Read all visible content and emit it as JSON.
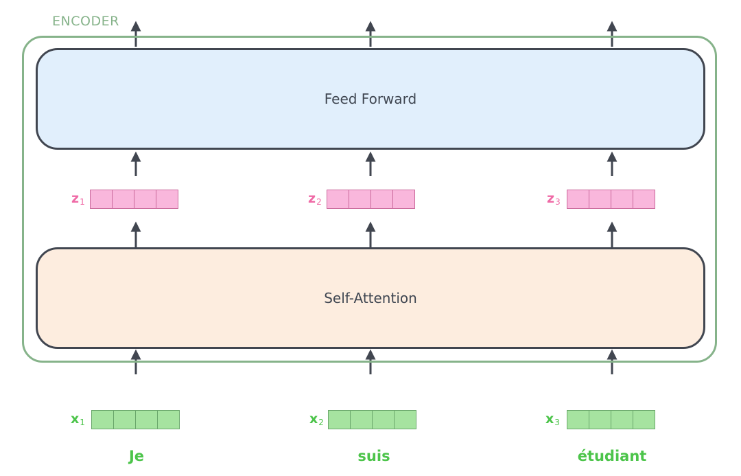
{
  "encoder": {
    "label": "ENCODER",
    "feed_forward_label": "Feed Forward",
    "self_attention_label": "Self-Attention"
  },
  "z_vectors": [
    {
      "symbol": "z",
      "subscript": "1"
    },
    {
      "symbol": "z",
      "subscript": "2"
    },
    {
      "symbol": "z",
      "subscript": "3"
    }
  ],
  "x_vectors": [
    {
      "symbol": "x",
      "subscript": "1"
    },
    {
      "symbol": "x",
      "subscript": "2"
    },
    {
      "symbol": "x",
      "subscript": "3"
    }
  ],
  "words": [
    "Je",
    "suis",
    "étudiant"
  ],
  "colors": {
    "encoder_border": "#86b38a",
    "feed_forward_fill": "#e1effc",
    "self_attention_fill": "#fdeddf",
    "z_cell_fill": "#f9b7dc",
    "x_cell_fill": "#a6e3a0",
    "word_text": "#4cc44a",
    "arrow": "#414650"
  }
}
